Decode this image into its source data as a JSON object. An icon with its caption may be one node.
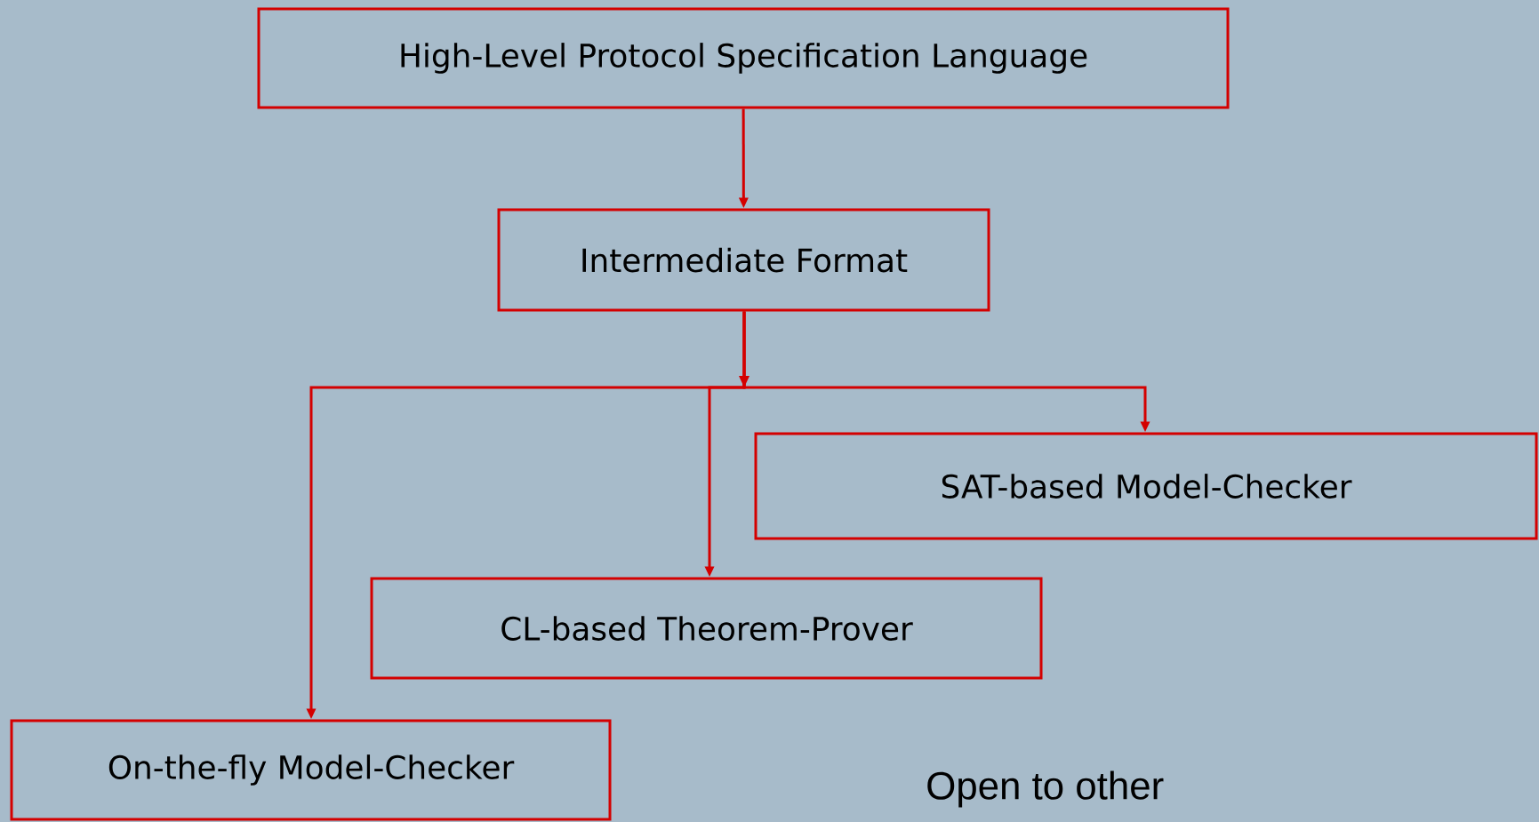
{
  "diagram": {
    "nodes": [
      {
        "text": [
          "High-Level Protocol Specification Language"
        ]
      },
      {
        "text": [
          "Intermediate Format"
        ]
      },
      {
        "text": [
          "SAT-based Model-Checker"
        ]
      },
      {
        "text": [
          "CL-based Theorem-Prover"
        ]
      },
      {
        "text": [
          "On-the-fly Model-Checker"
        ]
      }
    ],
    "edges": [
      {
        "from": 0,
        "to": 1,
        "arrow": "to"
      },
      {
        "from": 1,
        "to": 2,
        "arrow": "to"
      },
      {
        "from": 1,
        "to": 3,
        "arrow": "to"
      },
      {
        "from": 1,
        "to": 4,
        "arrow": "to"
      }
    ],
    "labels": [
      "Open to other"
    ]
  }
}
